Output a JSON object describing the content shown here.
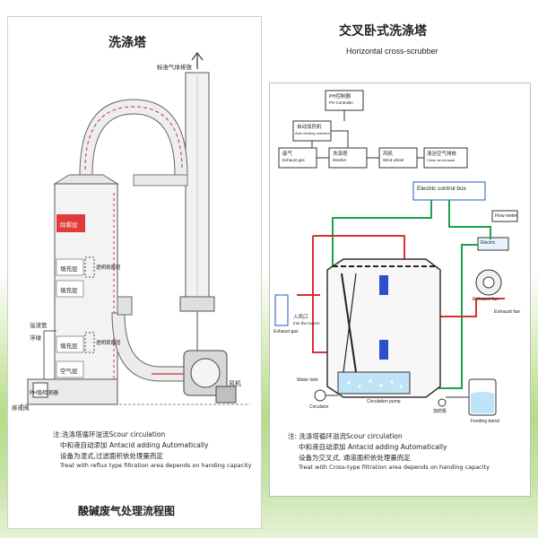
{
  "left": {
    "top_label": "洗涤塔",
    "exhaust_label": "标准气体排放",
    "layers": {
      "demister": "除雾层",
      "spray1": "填充层",
      "spray2": "填充层",
      "spray3": "填充层",
      "air": "空气层"
    },
    "side_labels": {
      "anti_corrosion1": "透明观察层",
      "anti_corrosion2": "透明观察层"
    },
    "overflow_label": "溢流管",
    "float_label": "浮球",
    "ph_label": "PH值检测器",
    "drain_label": "排液阀",
    "fan_label": "风机",
    "notes": [
      "注:洗涤塔循环溢流Scour circulation",
      "中和液自动添加 Antacid adding Automatically",
      "设备为湿式,过滤面积依处理量而定",
      "Treat with reflux type filtration area depends on handing capacity"
    ],
    "caption": "酸碱废气处理流程图"
  },
  "right": {
    "title_cn": "交叉卧式洗涤塔",
    "title_en": "Horizontal cross-scrubber",
    "ph_controller": "PH控制器",
    "ph_controller_en": "PH Controller",
    "auto_feed": "自动加药机",
    "auto_feed_en": "Auto feeding machine",
    "exhaust_gas_box": "废气",
    "exhaust_gas_box_en": "Exhaust gas",
    "washer": "洗涤塔",
    "washer_en": "Washer",
    "wind_wheel": "风机",
    "wind_wheel_en": "Wind wheel",
    "clean_exhaust": "清洁空气排放",
    "clean_exhaust_en": "Clean air exhaust",
    "electric_box": "Electric control box",
    "flow_meter": "Flow meter",
    "elec_ctrl_small": "Electric",
    "exhaust_fan": "Exhaust fan",
    "exhaust_fan2": "Exhaust fan",
    "inlet_side": "Exhaust gas",
    "inlet_cn": "入风口",
    "inlet_en": "Into the towers",
    "water_inlet": "Water inlet",
    "circulator": "Circulator",
    "circulation_label": "Circulation pump",
    "feeding_barrel": "Feeding barrel",
    "dosing_label": "加药泵",
    "notes": [
      "注: 洗涤塔循环溢流Scour circulation",
      "中和液自动添加 Antacid adding Automatically",
      "设备为交叉式, 通道面积依处理量而定",
      "Treat with Cross-type filtration area depends on handing capacity"
    ]
  }
}
